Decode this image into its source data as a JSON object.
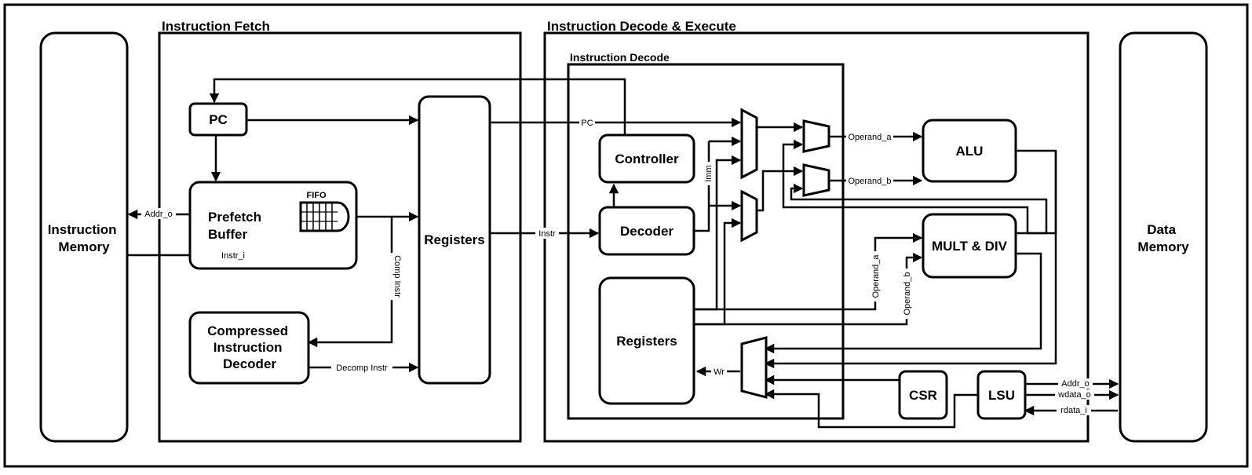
{
  "sections": {
    "fetch": "Instruction Fetch",
    "decode_execute": "Instruction Decode & Execute",
    "decode": "Instruction Decode"
  },
  "blocks": {
    "instr_mem": [
      "Instruction",
      "Memory"
    ],
    "data_mem": [
      "Data",
      "Memory"
    ],
    "pc": "PC",
    "prefetch": [
      "Prefetch",
      "Buffer"
    ],
    "fifo": "FIFO",
    "comp_dec": [
      "Compressed",
      "Instruction",
      "Decoder"
    ],
    "if_regs": "Registers",
    "controller": "Controller",
    "decoder": "Decoder",
    "rf": "Registers",
    "alu": "ALU",
    "multdiv": "MULT & DIV",
    "csr": "CSR",
    "lsu": "LSU"
  },
  "signals": {
    "addr_o": "Addr_o",
    "instr_i": "Instr_i",
    "comp_instr": "Comp Instr",
    "decomp_instr": "Decomp Instr",
    "pc": "PC",
    "instr": "Instr",
    "imm": "Imm",
    "operand_a": "Operand_a",
    "operand_b": "Operand_b",
    "md_operand_a": "Operand_a",
    "md_operand_b": "Operand_b",
    "wr": "Wr",
    "lsu_addr_o": "Addr_o",
    "lsu_wdata_o": "wdata_o",
    "lsu_rdata_i": "rdata_i"
  }
}
